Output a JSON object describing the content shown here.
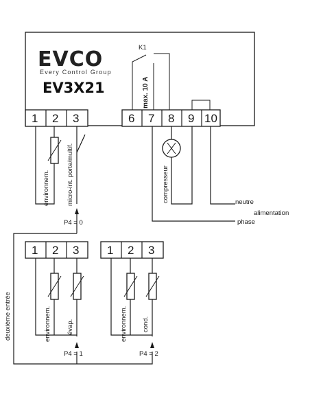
{
  "brand": {
    "logo_text": "EVCO",
    "tagline": "Every Control Group",
    "model": "EV3X21"
  },
  "relay": {
    "name": "K1",
    "rating": "max. 10 A"
  },
  "main_terminals": [
    "1",
    "2",
    "3",
    "6",
    "7",
    "8",
    "9",
    "10"
  ],
  "main_wiring": {
    "probe_label": "environnem.",
    "micro_label": "micro-int. porte/multif.",
    "compressor_label": "compresseur",
    "neutral_label": "neutre",
    "supply_label": "alimentation",
    "phase_label": "phase"
  },
  "config_p4_0": "P4 = 0",
  "second_input_label": "deuxième entrée",
  "option_p4_1": {
    "terminals": [
      "1",
      "2",
      "3"
    ],
    "probe1_label": "environnem.",
    "probe2_label": "évap.",
    "setting": "P4 = 1"
  },
  "option_p4_2": {
    "terminals": [
      "1",
      "2",
      "3"
    ],
    "probe1_label": "environnem.",
    "probe2_label": "cond.",
    "setting": "P4 = 2"
  }
}
